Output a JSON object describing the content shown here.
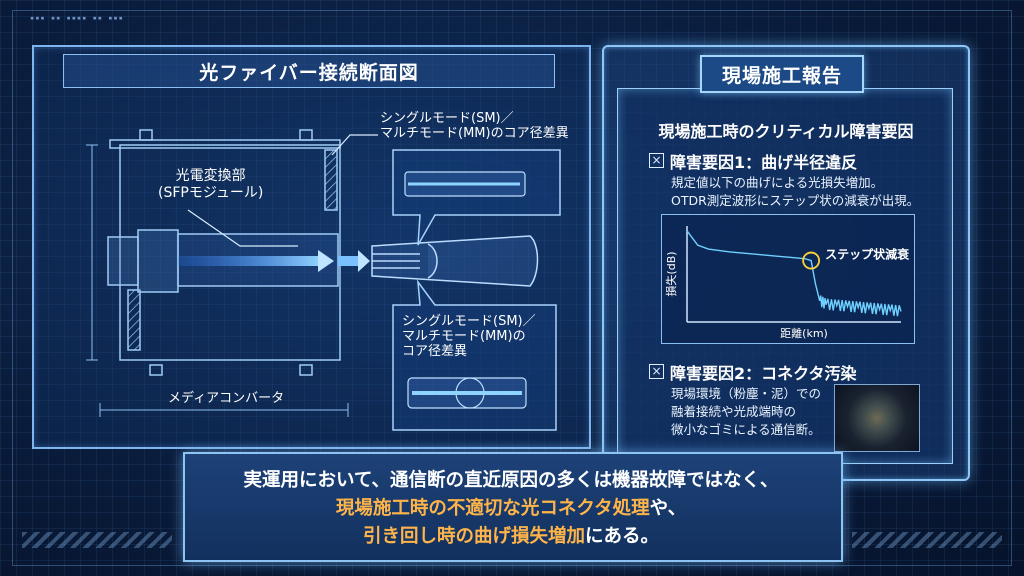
{
  "left": {
    "title": "光ファイバー接続断面図",
    "callout_top": [
      "シングルモード(SM)／",
      "マルチモード(MM)のコア径差異"
    ],
    "callout_bottom": [
      "シングルモード(SM)／",
      "マルチモード(MM)の",
      "コア径差異"
    ],
    "sfp_label": [
      "光電変換部",
      "(SFPモジュール)"
    ],
    "media_converter": "メディアコンバータ"
  },
  "right": {
    "title": "現場施工報告",
    "subtitle": "現場施工時のクリティカル障害要因",
    "factor1": {
      "heading": "障害要因1：曲げ半径違反",
      "desc": [
        "規定値以下の曲げによる光損失増加。",
        "OTDR測定波形にステップ状の減衰が出現。"
      ]
    },
    "factor2": {
      "heading": "障害要因2：コネクタ汚染",
      "desc": [
        "現場環境（粉塵・泥）での",
        "融着接続や光成端時の",
        "微小なゴミによる通信断。"
      ]
    }
  },
  "chart_data": {
    "type": "line",
    "title": "",
    "xlabel": "距離(km)",
    "ylabel": "損失(dB)",
    "annotation": "ステップ状減衰",
    "x": [
      0,
      0.05,
      0.1,
      0.2,
      0.3,
      0.4,
      0.5,
      0.55,
      0.58,
      0.6,
      0.62,
      0.65,
      0.7,
      0.75,
      0.8,
      0.85,
      0.9,
      0.95,
      1.0
    ],
    "y": [
      0.95,
      0.8,
      0.76,
      0.73,
      0.71,
      0.69,
      0.67,
      0.66,
      0.64,
      0.4,
      0.22,
      0.18,
      0.17,
      0.16,
      0.15,
      0.14,
      0.13,
      0.12,
      0.11
    ],
    "grid": false
  },
  "banner": {
    "line1": "実運用において、通信断の直近原因の多くは機器故障ではなく、",
    "line2_highlight": "現場施工時の不適切な光コネクタ処理",
    "line2_rest": "や、",
    "line3_highlight": "引き回し時の曲げ損失増加",
    "line3_rest": "にある。"
  },
  "colors": {
    "accent": "#8ec6f7",
    "highlight": "#ffb44a",
    "beam": "#4aa8ff"
  },
  "icons": {
    "factor_marker": "x-box-icon"
  }
}
